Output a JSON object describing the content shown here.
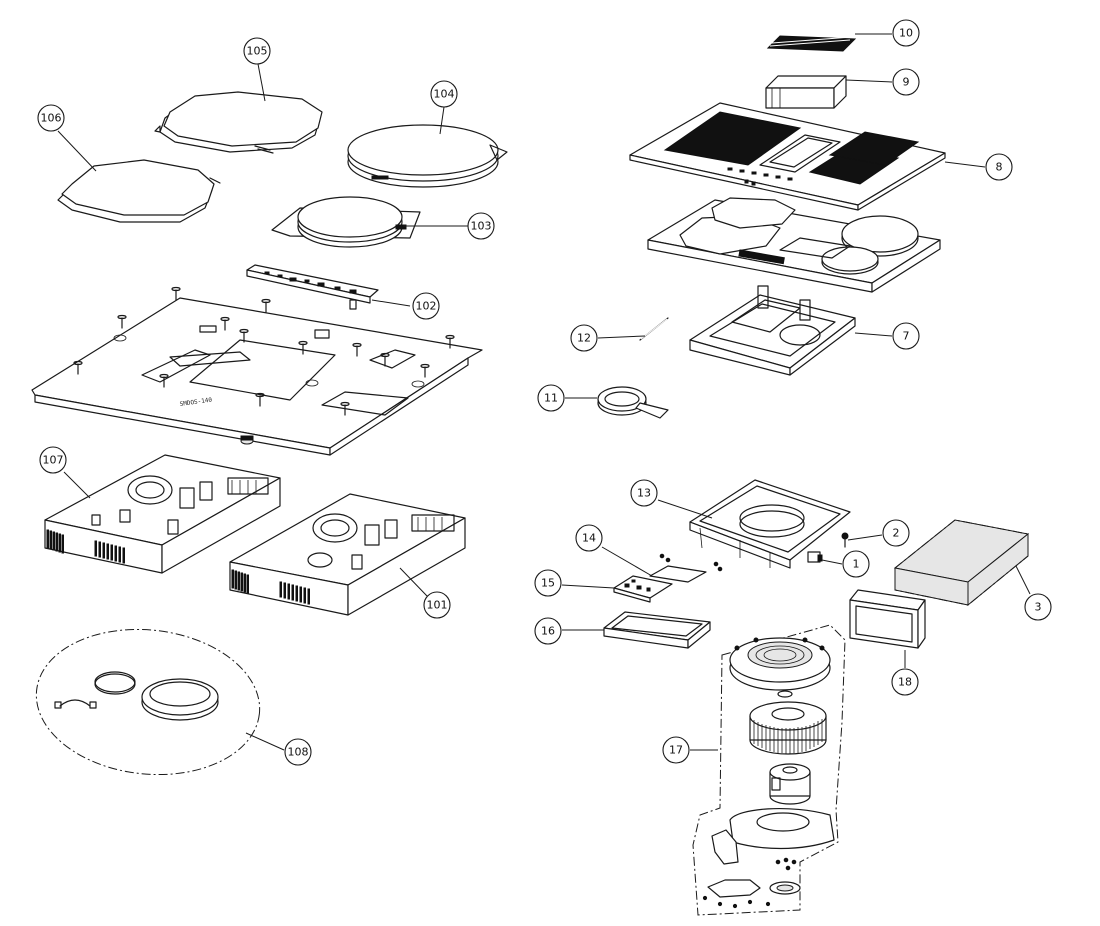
{
  "callouts": {
    "c1": "1",
    "c2": "2",
    "c3": "3",
    "c7": "7",
    "c8": "8",
    "c9": "9",
    "c10": "10",
    "c11": "11",
    "c12": "12",
    "c13": "13",
    "c14": "14",
    "c15": "15",
    "c16": "16",
    "c17": "17",
    "c18": "18",
    "c101": "101",
    "c102": "102",
    "c103": "103",
    "c104": "104",
    "c105": "105",
    "c106": "106",
    "c107": "107",
    "c108": "108"
  },
  "plate_marking": "SMDOS-140",
  "colors": {
    "line": "#1a1a1a",
    "background": "#ffffff",
    "glass": "#111111"
  }
}
